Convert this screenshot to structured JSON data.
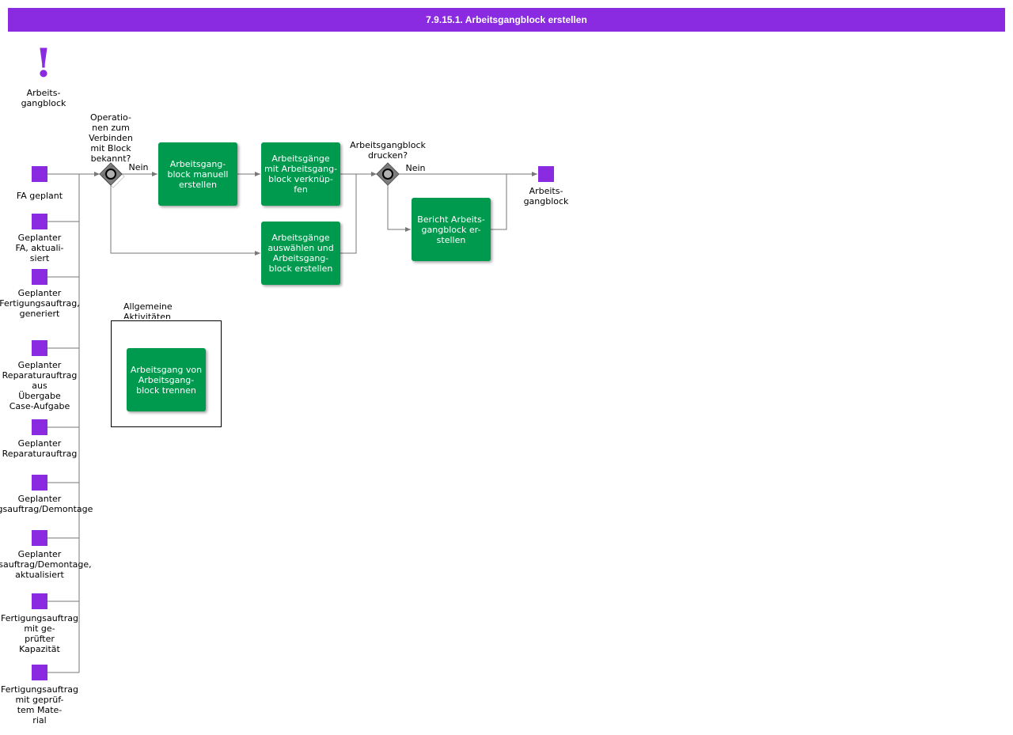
{
  "title": "7.9.15.1. Arbeitsgangblock erstellen",
  "colors": {
    "title_bg": "#8a2be2",
    "event": "#8a2be2",
    "task": "#009a4e",
    "connector": "#777777"
  },
  "legend": {
    "icon": "exclamation-icon",
    "label": "Arbeits-\ngangblock"
  },
  "start_events": [
    {
      "label": "FA geplant"
    },
    {
      "label": "Geplanter\nFA, aktuali-\nsiert"
    },
    {
      "label": "Geplanter\nFertigungsauftrag,\ngeneriert"
    },
    {
      "label": "Geplanter\nReparaturauftrag\naus\nÜbergabe\nCase-Aufgabe"
    },
    {
      "label": "Geplanter\nReparaturauftrag"
    },
    {
      "label": "Geplanter\nungsauftrag/Demontage"
    },
    {
      "label": "Geplanter\nngsauftrag/Demontage,\naktualisiert"
    },
    {
      "label": "Fertigungsauftrag\nmit            ge-\nprüfter\nKapazität"
    },
    {
      "label": "Fertigungsauftrag\nmit        geprüf-\ntem          Mate-\nrial"
    }
  ],
  "gateways": [
    {
      "label": "Operatio-\nnen zum\nVerbinden\nmit Block\nbekannt?",
      "edge_label": "Nein"
    },
    {
      "label": "Arbeitsgangblock\ndrucken?",
      "edge_label": "Nein"
    }
  ],
  "tasks": [
    {
      "label": "Arbeitsgang-\nblock manuell\nerstellen"
    },
    {
      "label": "Arbeitsgänge\nmit Arbeitsgang-\nblock verknüp-\nfen"
    },
    {
      "label": "Arbeitsgänge\nauswählen und\nArbeitsgang-\nblock erstellen"
    },
    {
      "label": "Bericht Arbeits-\ngangblock er-\nstellen"
    }
  ],
  "end_event": {
    "label": "Arbeits-\ngangblock"
  },
  "group": {
    "label": "Allgemeine\nAktivitäten",
    "task": {
      "label": "Arbeitsgang von\nArbeitsgang-\nblock trennen"
    }
  }
}
